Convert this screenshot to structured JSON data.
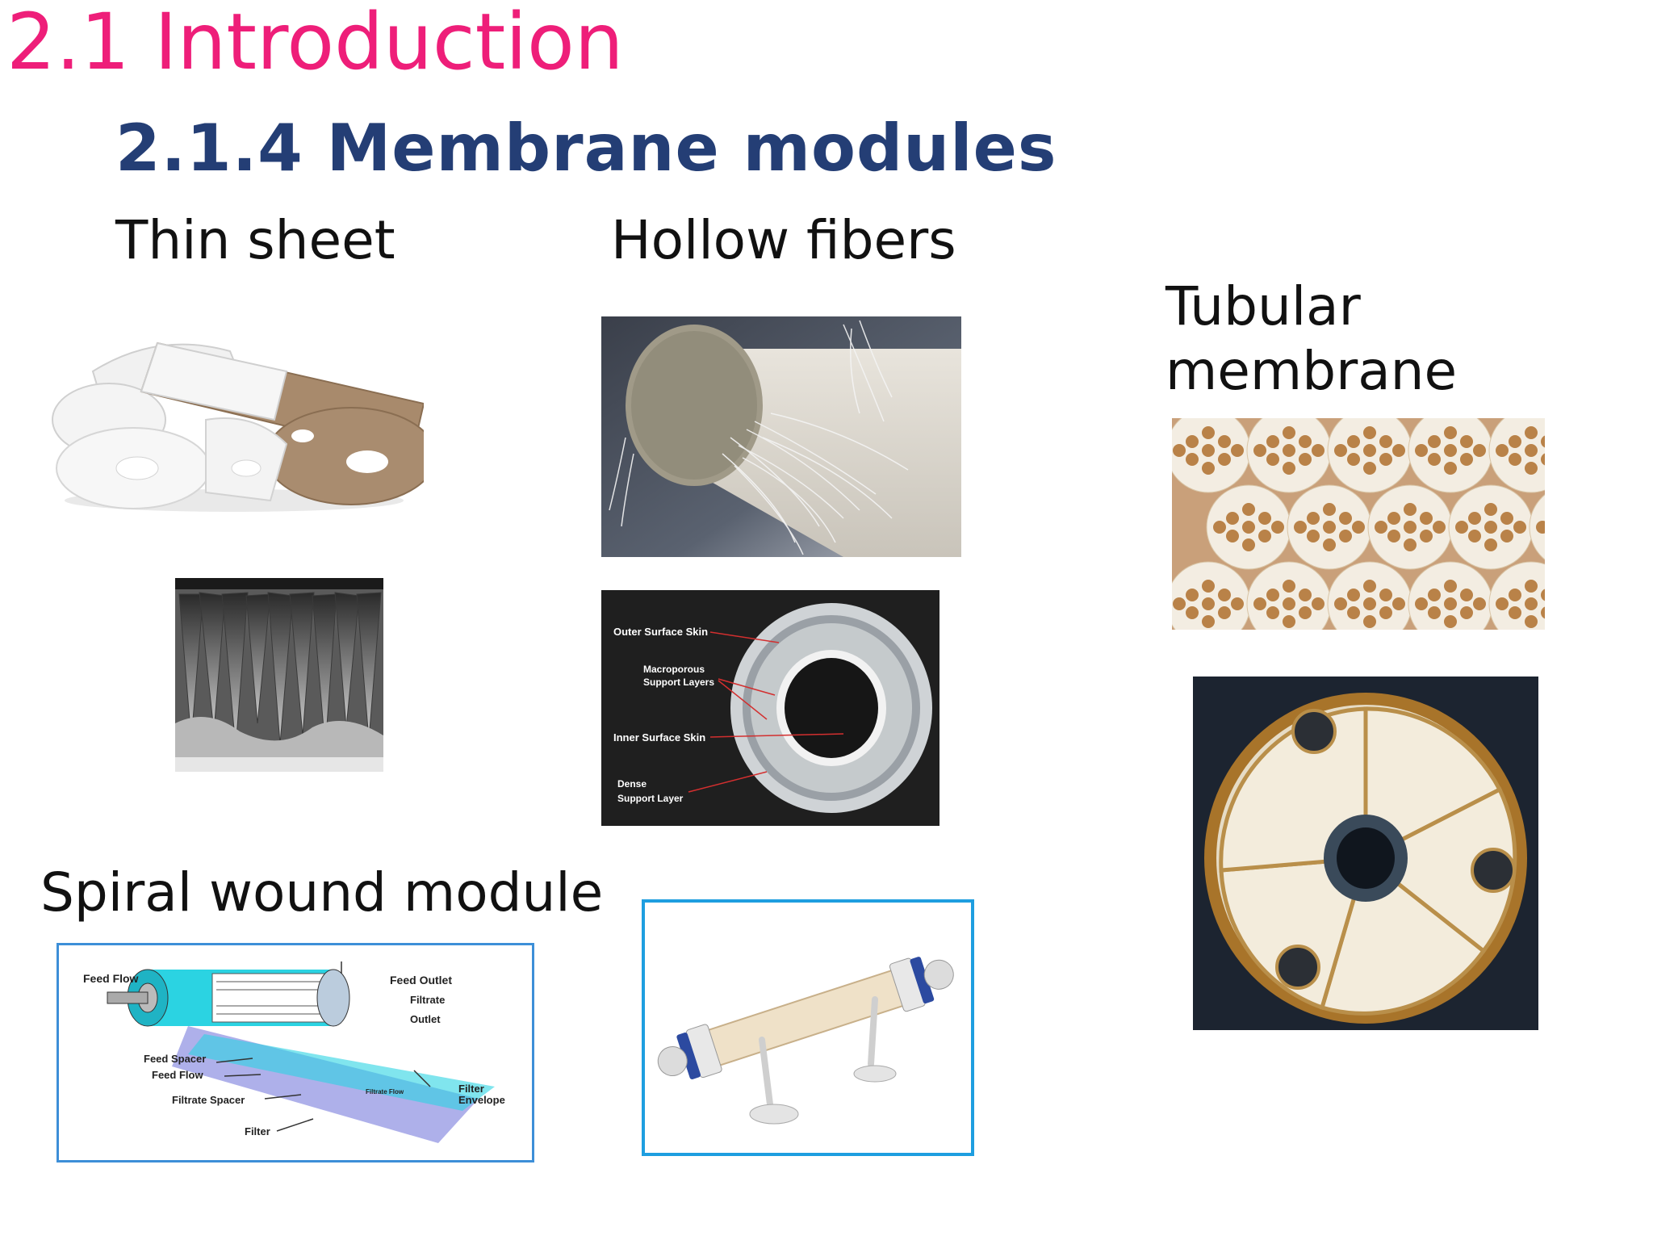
{
  "slide": {
    "title": "2.1 Introduction",
    "subtitle": "2.1.4 Membrane modules"
  },
  "labels": {
    "thin_sheet": "Thin sheet",
    "hollow_fibers": "Hollow fibers",
    "tubular_line1": "Tubular",
    "tubular_line2": "membrane",
    "spiral": "Spiral wound module"
  },
  "hollow_fiber_diagram": {
    "outer_skin": "Outer Surface Skin",
    "macro_line1": "Macroporous",
    "macro_line2": "Support Layers",
    "inner_skin": "Inner Surface Skin",
    "dense_line1": "Dense",
    "dense_line2": "Support Layer"
  },
  "spiral_diagram": {
    "feed_flow": "Feed Flow",
    "feed_outlet": "Feed Outlet",
    "filtrate_outlet_line1": "Filtrate",
    "filtrate_outlet_line2": "Outlet",
    "feed_spacer": "Feed Spacer",
    "feed_flow_2": "Feed Flow",
    "filtrate_spacer": "Filtrate Spacer",
    "filter": "Filter",
    "filter_envelope_line1": "Filter",
    "filter_envelope_line2": "Envelope",
    "filtrate_flow": "Filtrate Flow"
  }
}
